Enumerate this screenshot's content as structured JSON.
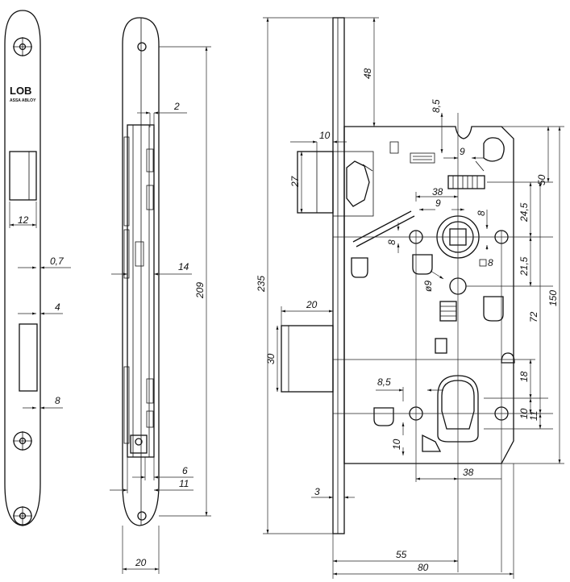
{
  "branding": {
    "logo": "LOB",
    "maker": "ASSA ABLOY"
  },
  "front_plate": {
    "dimensions": {
      "w_12": "12",
      "t_0_7": "0,7",
      "t_4": "4",
      "t_8": "8"
    }
  },
  "side_view": {
    "dimensions": {
      "t_2": "2",
      "t_14": "14",
      "h_209": "209",
      "t_6": "6",
      "t_11": "11",
      "w_20": "20"
    }
  },
  "body_view": {
    "dimensions": {
      "h_235": "235",
      "d_48": "48",
      "d_8_5_top": "8,5",
      "d_9_top": "9",
      "d_10_latch": "10",
      "d_27": "27",
      "d_50": "50",
      "d_38_top": "38",
      "d_9_mid": "9",
      "d_8_sq": "8",
      "d_24_5": "24,5",
      "d_8_left": "8",
      "d_8_small": "8",
      "d_21_5": "21,5",
      "d_phi_9": "9",
      "d_150": "150",
      "d_72": "72",
      "d_20_bolt": "20",
      "d_30": "30",
      "d_18": "18",
      "d_8_5_bot": "8,5",
      "d_10_right": "10",
      "d_11": "11",
      "d_10_left": "10",
      "d_38_bot": "38",
      "d_3": "3",
      "d_55": "55",
      "d_80": "80"
    }
  }
}
